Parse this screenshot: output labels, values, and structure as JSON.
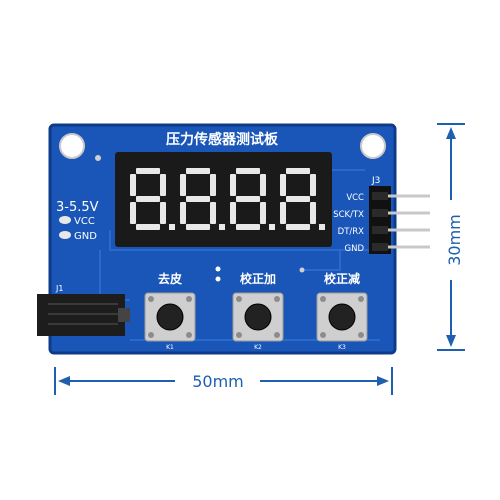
{
  "board": {
    "title": "压力传感器测试板",
    "voltage_label": "3-5.5V",
    "power_vcc": "VCC",
    "power_gnd": "GND",
    "connector_j1": "J1",
    "connector_j3": "J3",
    "pins": [
      "VCC",
      "SCK/TX",
      "DT/RX",
      "GND"
    ],
    "display_digits": [
      "8.",
      "8.",
      "8.",
      "8."
    ],
    "buttons": [
      {
        "label": "去皮",
        "ref": "K1"
      },
      {
        "label": "校正加",
        "ref": "K2"
      },
      {
        "label": "校正减",
        "ref": "K3"
      }
    ]
  },
  "dimensions": {
    "width_label": "50mm",
    "height_label": "30mm"
  },
  "colors": {
    "pcb": "#1a56b8",
    "pcb_dark": "#0d3b8a",
    "silkscreen": "#ffffff",
    "display_body": "#1a1a1a",
    "segment": "#e8e8e8",
    "dimension": "#1e5fb0",
    "button_body": "#cfcfcf",
    "button_cap": "#222222"
  }
}
